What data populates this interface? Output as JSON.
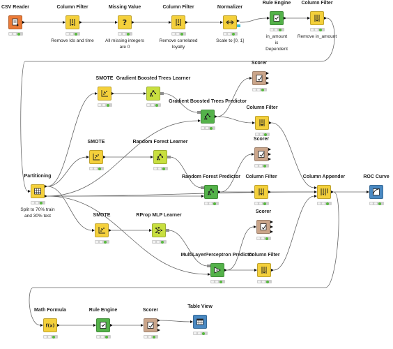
{
  "workflow": {
    "colors": {
      "source": "#ea7a37",
      "manipulator": "#f4d03b",
      "learner": "#c8df3f",
      "predictor": "#54b24a",
      "scorer": "#caa58a",
      "view": "#4a89c2",
      "wire": "#666666",
      "status_ok": "#58b83f",
      "model_port": "#8f8f8f",
      "data_port": "#3dbbd1"
    },
    "nodes": [
      {
        "id": "csv-reader",
        "title": "CSV Reader",
        "desc": "",
        "kind": "source",
        "icon": "file-reader-icon"
      },
      {
        "id": "column-filter-1",
        "title": "Column Filter",
        "desc": "Remove Ids and time",
        "kind": "manipulator",
        "icon": "column-filter-icon"
      },
      {
        "id": "missing-value",
        "title": "Missing Value",
        "desc": "All missing integers\nare 0",
        "kind": "manipulator",
        "icon": "question-mark-icon"
      },
      {
        "id": "column-filter-2",
        "title": "Column Filter",
        "desc": "Remove correlated\nloyalty",
        "kind": "manipulator",
        "icon": "column-filter-icon"
      },
      {
        "id": "normalizer",
        "title": "Normalizer",
        "desc": "Scale to [0, 1]",
        "kind": "manipulator",
        "icon": "normalizer-icon"
      },
      {
        "id": "rule-engine-1",
        "title": "Rule Engine",
        "desc": "in_amount\nis\nDependent",
        "kind": "predictor",
        "icon": "rule-engine-icon"
      },
      {
        "id": "column-filter-3",
        "title": "Column Filter",
        "desc": "Remove in_amount",
        "kind": "manipulator",
        "icon": "column-filter-icon"
      },
      {
        "id": "partitioning",
        "title": "Partitioning",
        "desc": "Split to 70% train\nand 30% test",
        "kind": "manipulator",
        "icon": "partition-icon"
      },
      {
        "id": "smote-1",
        "title": "SMOTE",
        "desc": "",
        "kind": "manipulator",
        "icon": "smote-icon"
      },
      {
        "id": "gbt-learner",
        "title": "Gradient Boosted Trees Learner",
        "desc": "",
        "kind": "learner",
        "icon": "tree-learner-icon"
      },
      {
        "id": "gbt-predictor",
        "title": "Gradient Boosted Trees Predictor",
        "desc": "",
        "kind": "predictor",
        "icon": "tree-predictor-icon"
      },
      {
        "id": "scorer-1",
        "title": "Scorer",
        "desc": "",
        "kind": "scorer",
        "icon": "scorer-icon"
      },
      {
        "id": "column-filter-4",
        "title": "Column Filter",
        "desc": "",
        "kind": "manipulator",
        "icon": "column-filter-icon"
      },
      {
        "id": "smote-2",
        "title": "SMOTE",
        "desc": "",
        "kind": "manipulator",
        "icon": "smote-icon"
      },
      {
        "id": "rf-learner",
        "title": "Random Forest Learner",
        "desc": "",
        "kind": "learner",
        "icon": "forest-learner-icon"
      },
      {
        "id": "scorer-2",
        "title": "Scorer",
        "desc": "",
        "kind": "scorer",
        "icon": "scorer-icon"
      },
      {
        "id": "rf-predictor",
        "title": "Random Forest Predictor",
        "desc": "",
        "kind": "predictor",
        "icon": "forest-predictor-icon"
      },
      {
        "id": "column-filter-5",
        "title": "Column Filter",
        "desc": "",
        "kind": "manipulator",
        "icon": "column-filter-icon"
      },
      {
        "id": "column-appender",
        "title": "Column Appender",
        "desc": "",
        "kind": "manipulator",
        "icon": "column-appender-icon"
      },
      {
        "id": "roc-curve",
        "title": "ROC Curve",
        "desc": "",
        "kind": "view",
        "icon": "roc-curve-icon"
      },
      {
        "id": "smote-3",
        "title": "SMOTE",
        "desc": "",
        "kind": "manipulator",
        "icon": "smote-icon"
      },
      {
        "id": "mlp-learner",
        "title": "RProp MLP Learner",
        "desc": "",
        "kind": "learner",
        "icon": "neural-net-icon"
      },
      {
        "id": "scorer-3",
        "title": "Scorer",
        "desc": "",
        "kind": "scorer",
        "icon": "scorer-icon"
      },
      {
        "id": "mlp-predictor",
        "title": "MultiLayerPerceptron Predictor",
        "desc": "",
        "kind": "predictor",
        "icon": "mlp-predictor-icon"
      },
      {
        "id": "column-filter-6",
        "title": "Column Filter",
        "desc": "",
        "kind": "manipulator",
        "icon": "column-filter-icon"
      },
      {
        "id": "math-formula",
        "title": "Math Formula",
        "desc": "",
        "kind": "manipulator",
        "icon": "math-formula-icon"
      },
      {
        "id": "rule-engine-2",
        "title": "Rule Engine",
        "desc": "",
        "kind": "predictor",
        "icon": "rule-engine-icon"
      },
      {
        "id": "scorer-4",
        "title": "Scorer",
        "desc": "",
        "kind": "scorer",
        "icon": "scorer-icon"
      },
      {
        "id": "table-view",
        "title": "Table View",
        "desc": "",
        "kind": "view",
        "icon": "table-icon"
      }
    ]
  }
}
